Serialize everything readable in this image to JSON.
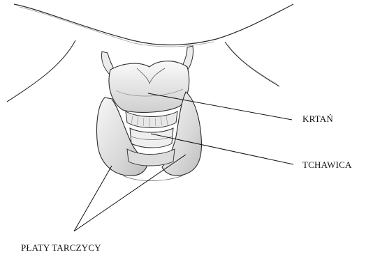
{
  "labels": {
    "larynx": "KRTAŃ",
    "trachea": "TCHAWICA",
    "thyroid_lobes": "PŁATY TARCZYCY"
  },
  "colors": {
    "background": "#ffffff",
    "sketch_stroke": "#2a2a2a",
    "shading": "#c9c9c9",
    "skin": "#f2f2f2",
    "leader_line": "#111111"
  }
}
